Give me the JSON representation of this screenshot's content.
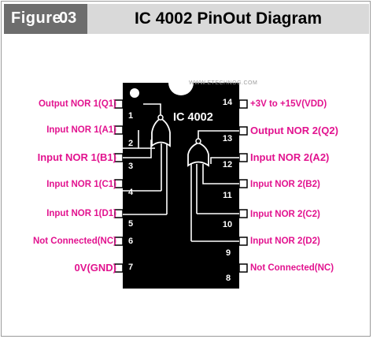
{
  "header": {
    "figure_label": "Figure.",
    "figure_number": "03",
    "title": "IC 4002 PinOut Diagram"
  },
  "chip": {
    "name": "IC 4002",
    "watermark": "WWW.ETECHNOG.COM"
  },
  "pins_left": [
    {
      "number": "1",
      "label": "Output NOR 1(Q1)"
    },
    {
      "number": "2",
      "label": "Input NOR 1(A1)"
    },
    {
      "number": "3",
      "label": "Input NOR 1(B1)"
    },
    {
      "number": "4",
      "label": "Input NOR 1(C1)"
    },
    {
      "number": "5",
      "label": "Input NOR 1(D1)"
    },
    {
      "number": "6",
      "label": "Not Connected(NC)"
    },
    {
      "number": "7",
      "label": "0V(GND)"
    }
  ],
  "pins_right": [
    {
      "number": "14",
      "label": "+3V to +15V(VDD)"
    },
    {
      "number": "13",
      "label": "Output NOR 2(Q2)"
    },
    {
      "number": "12",
      "label": "Input NOR 2(A2)"
    },
    {
      "number": "11",
      "label": "Input NOR 2(B2)"
    },
    {
      "number": "10",
      "label": "Input NOR 2(C2)"
    },
    {
      "number": "9",
      "label": "Input NOR 2(D2)"
    },
    {
      "number": "8",
      "label": "Not Connected(NC)"
    }
  ],
  "colors": {
    "label": "#e2138f",
    "chip_body": "#000000",
    "header_bg": "#d9d9d9",
    "figure_bg": "#6d6d6d"
  }
}
